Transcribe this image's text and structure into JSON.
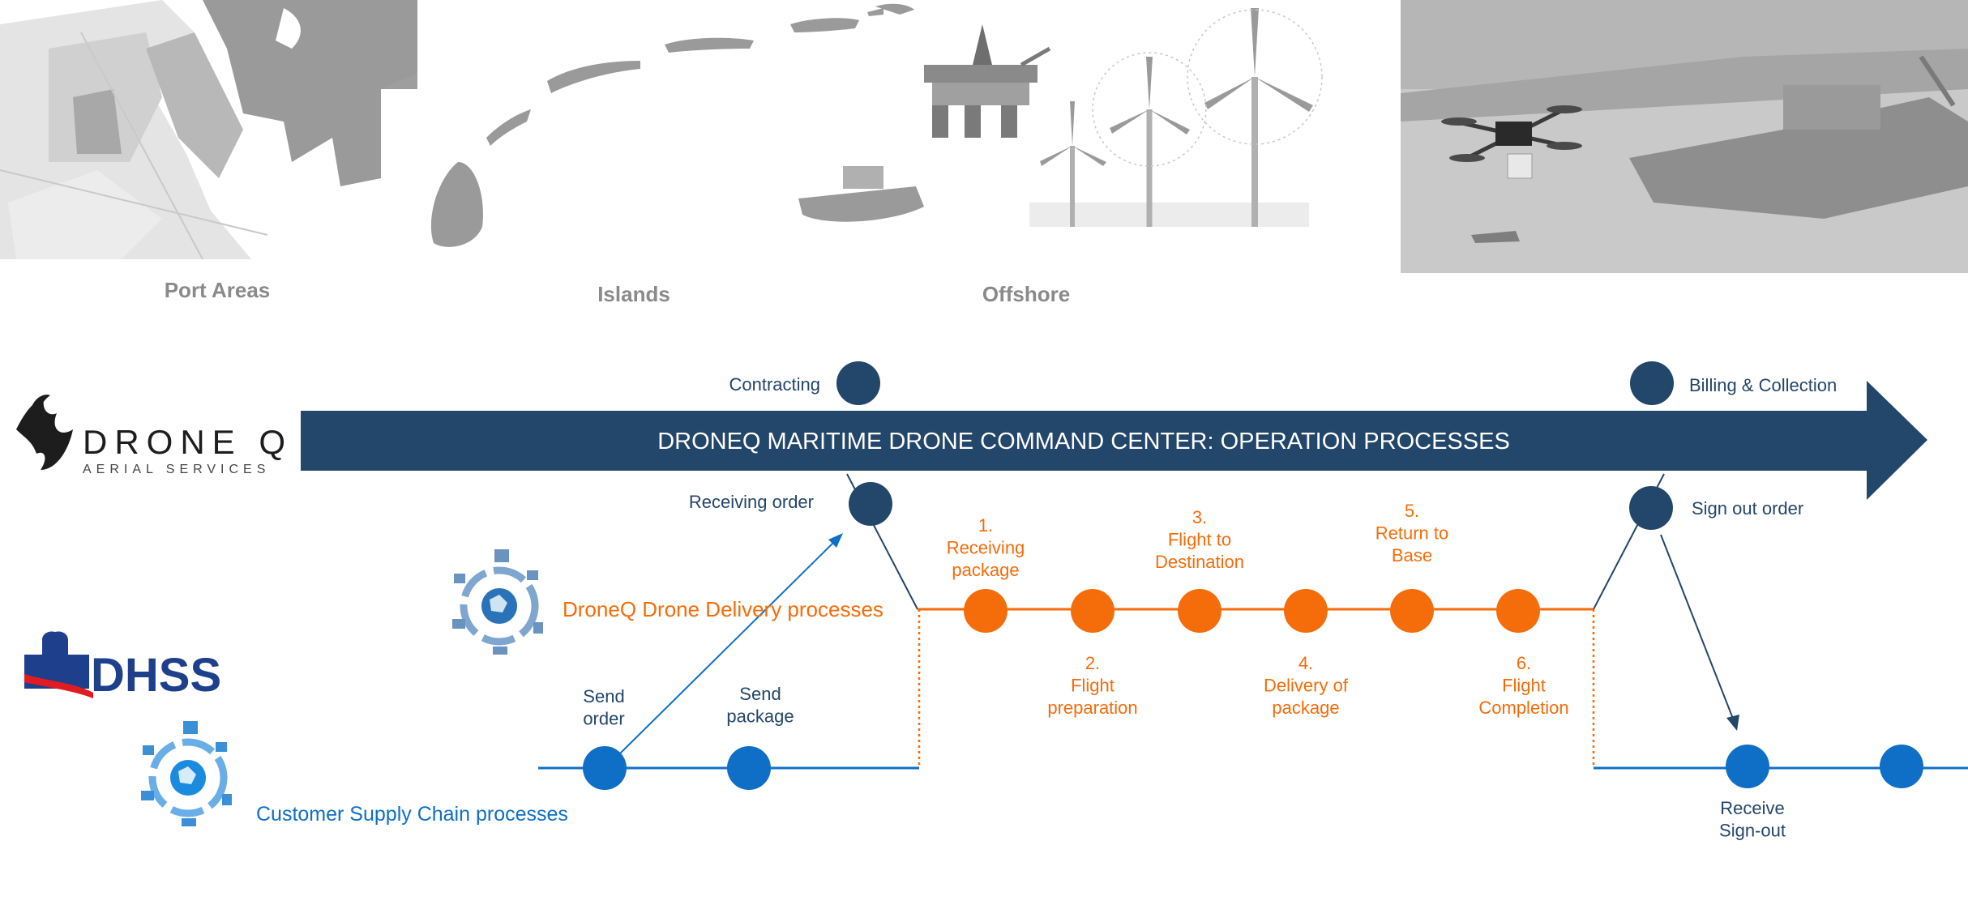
{
  "colors": {
    "navy": "#23466b",
    "orange": "#f56c0a",
    "blue": "#0f6fc6",
    "gray": "#8a8a8a",
    "light_gray": "#d9d9d9"
  },
  "categories": {
    "port": "Port Areas",
    "islands": "Islands",
    "offshore": "Offshore"
  },
  "logos": {
    "droneq_name": "DRONE Q",
    "droneq_sub": "AERIAL SERVICES",
    "dhss": "DHSS"
  },
  "banner": {
    "title": "DRONEQ MARITIME DRONE COMMAND CENTER:  OPERATION PROCESSES"
  },
  "command": {
    "contracting": "Contracting",
    "receiving_order": "Receiving order",
    "billing": "Billing & Collection",
    "sign_out": "Sign out order"
  },
  "delivery": {
    "label": "DroneQ Drone Delivery processes",
    "steps": [
      {
        "num": "1.",
        "lines": [
          "Receiving",
          "package"
        ]
      },
      {
        "num": "2.",
        "lines": [
          "Flight",
          "preparation"
        ]
      },
      {
        "num": "3.",
        "lines": [
          "Flight to",
          "Destination"
        ]
      },
      {
        "num": "4.",
        "lines": [
          "Delivery of",
          "package"
        ]
      },
      {
        "num": "5.",
        "lines": [
          "Return to",
          "Base"
        ]
      },
      {
        "num": "6.",
        "lines": [
          "Flight",
          "Completion"
        ]
      }
    ]
  },
  "customer": {
    "label": "Customer Supply Chain processes",
    "send_order": [
      "Send",
      "order"
    ],
    "send_package": [
      "Send",
      "package"
    ],
    "receive": [
      "Receive",
      "Sign-out"
    ]
  }
}
